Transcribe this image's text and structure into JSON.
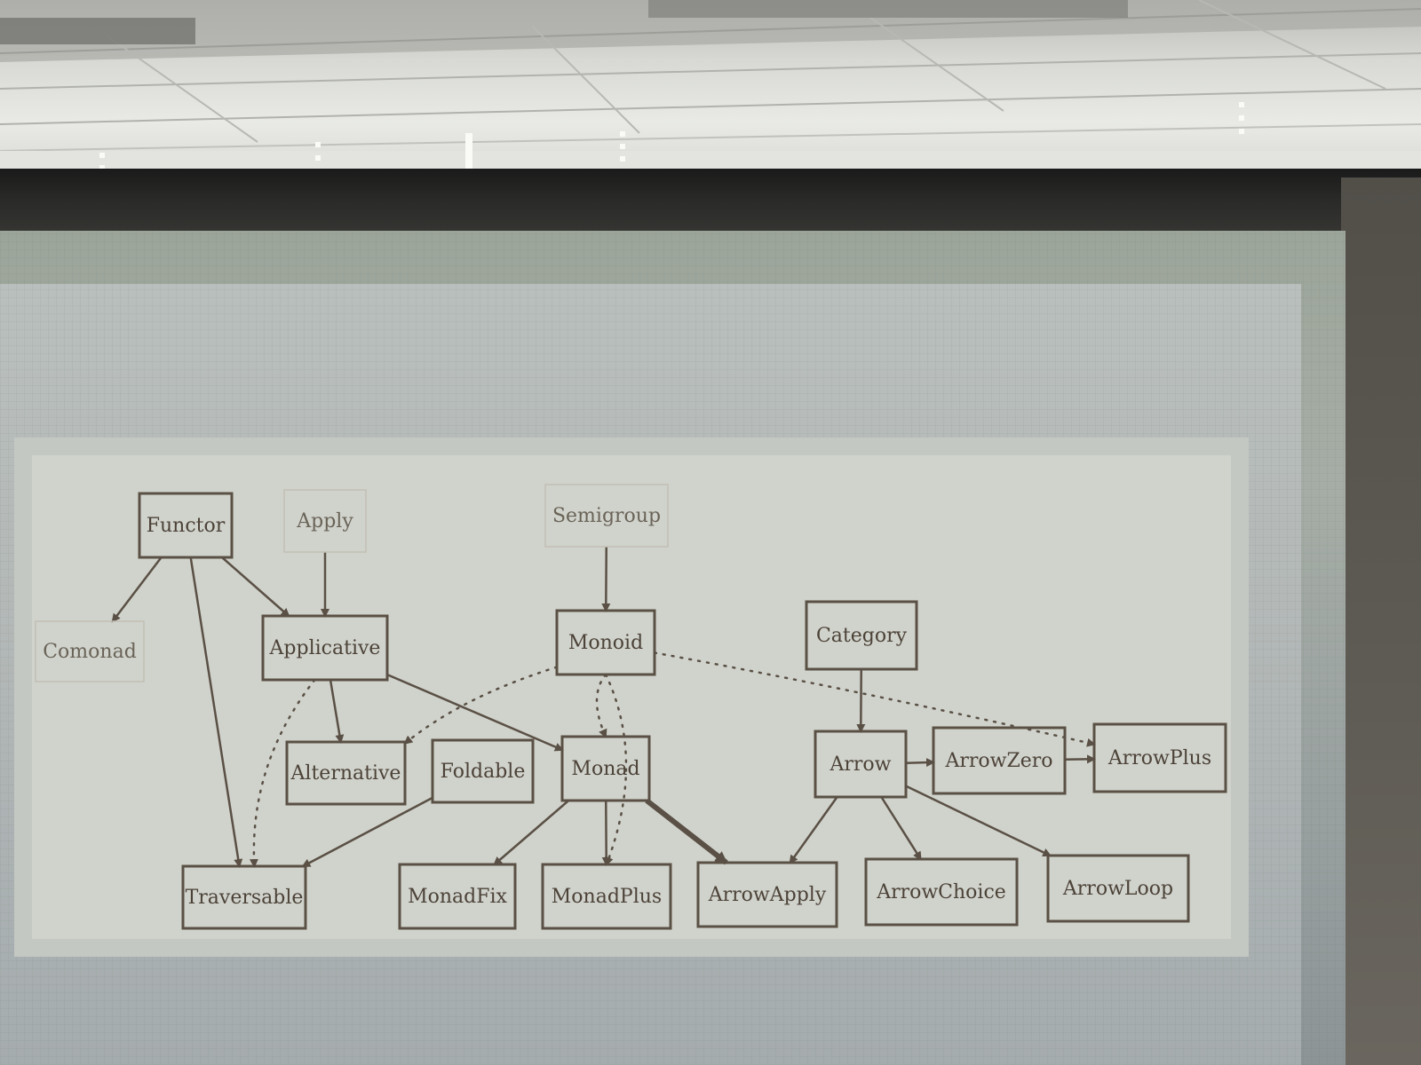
{
  "diagram": {
    "nodes": [
      {
        "id": "functor",
        "label": "Functor",
        "style": "solid"
      },
      {
        "id": "apply",
        "label": "Apply",
        "style": "faint"
      },
      {
        "id": "semigroup",
        "label": "Semigroup",
        "style": "faint"
      },
      {
        "id": "comonad",
        "label": "Comonad",
        "style": "faint"
      },
      {
        "id": "applicative",
        "label": "Applicative",
        "style": "solid"
      },
      {
        "id": "monoid",
        "label": "Monoid",
        "style": "solid"
      },
      {
        "id": "category",
        "label": "Category",
        "style": "solid"
      },
      {
        "id": "alternative",
        "label": "Alternative",
        "style": "solid"
      },
      {
        "id": "foldable",
        "label": "Foldable",
        "style": "solid"
      },
      {
        "id": "monad",
        "label": "Monad",
        "style": "solid"
      },
      {
        "id": "arrow",
        "label": "Arrow",
        "style": "solid"
      },
      {
        "id": "arrowzero",
        "label": "ArrowZero",
        "style": "solid"
      },
      {
        "id": "arrowplus",
        "label": "ArrowPlus",
        "style": "solid"
      },
      {
        "id": "traversable",
        "label": "Traversable",
        "style": "solid"
      },
      {
        "id": "monadfix",
        "label": "MonadFix",
        "style": "solid"
      },
      {
        "id": "monadplus",
        "label": "MonadPlus",
        "style": "solid"
      },
      {
        "id": "arrowapply",
        "label": "ArrowApply",
        "style": "solid"
      },
      {
        "id": "arrowchoice",
        "label": "ArrowChoice",
        "style": "solid"
      },
      {
        "id": "arrowloop",
        "label": "ArrowLoop",
        "style": "solid"
      }
    ],
    "edges": [
      {
        "from": "functor",
        "to": "comonad",
        "style": "solid"
      },
      {
        "from": "functor",
        "to": "applicative",
        "style": "solid"
      },
      {
        "from": "functor",
        "to": "traversable",
        "style": "solid"
      },
      {
        "from": "apply",
        "to": "applicative",
        "style": "solid"
      },
      {
        "from": "semigroup",
        "to": "monoid",
        "style": "solid"
      },
      {
        "from": "applicative",
        "to": "alternative",
        "style": "solid"
      },
      {
        "from": "applicative",
        "to": "monad",
        "style": "solid"
      },
      {
        "from": "applicative",
        "to": "traversable",
        "style": "dotted"
      },
      {
        "from": "monoid",
        "to": "alternative",
        "style": "dotted"
      },
      {
        "from": "monoid",
        "to": "monad",
        "style": "dotted"
      },
      {
        "from": "monoid",
        "to": "monadplus",
        "style": "dotted"
      },
      {
        "from": "monoid",
        "to": "arrowplus",
        "style": "dotted"
      },
      {
        "from": "category",
        "to": "arrow",
        "style": "solid"
      },
      {
        "from": "foldable",
        "to": "traversable",
        "style": "solid"
      },
      {
        "from": "monad",
        "to": "monadfix",
        "style": "solid"
      },
      {
        "from": "monad",
        "to": "monadplus",
        "style": "solid"
      },
      {
        "from": "monad",
        "to": "arrowapply",
        "style": "thick"
      },
      {
        "from": "arrow",
        "to": "arrowzero",
        "style": "solid"
      },
      {
        "from": "arrowzero",
        "to": "arrowplus",
        "style": "solid"
      },
      {
        "from": "arrow",
        "to": "arrowapply",
        "style": "solid"
      },
      {
        "from": "arrow",
        "to": "arrowchoice",
        "style": "solid"
      },
      {
        "from": "arrow",
        "to": "arrowloop",
        "style": "solid"
      }
    ]
  }
}
